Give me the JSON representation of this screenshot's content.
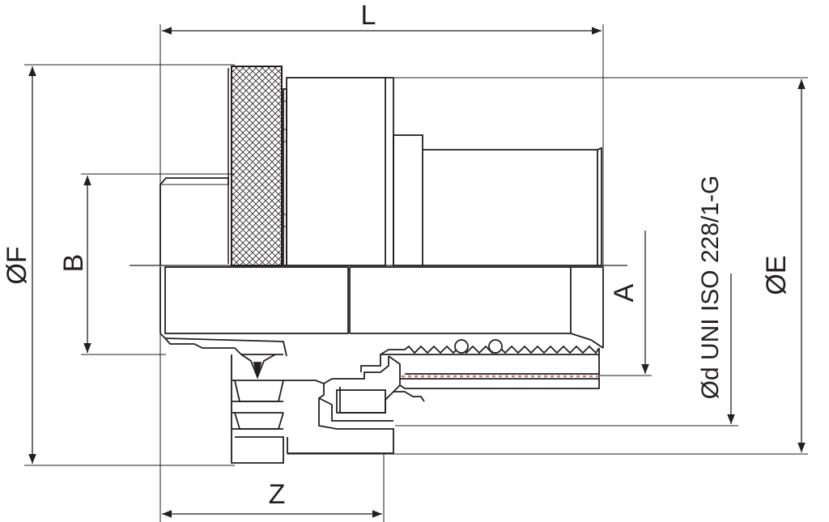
{
  "labels": {
    "length": "L",
    "outer_diameter_f": "ØF",
    "thread_b": "B",
    "dimension_a": "A",
    "thread_d": "Ød UNI ISO 228/1-G",
    "outer_diameter_e": "ØE",
    "dimension_z": "Z"
  },
  "colors": {
    "line": "#231f20",
    "thread_hatch": "#d07b7b",
    "background": "#ffffff"
  }
}
